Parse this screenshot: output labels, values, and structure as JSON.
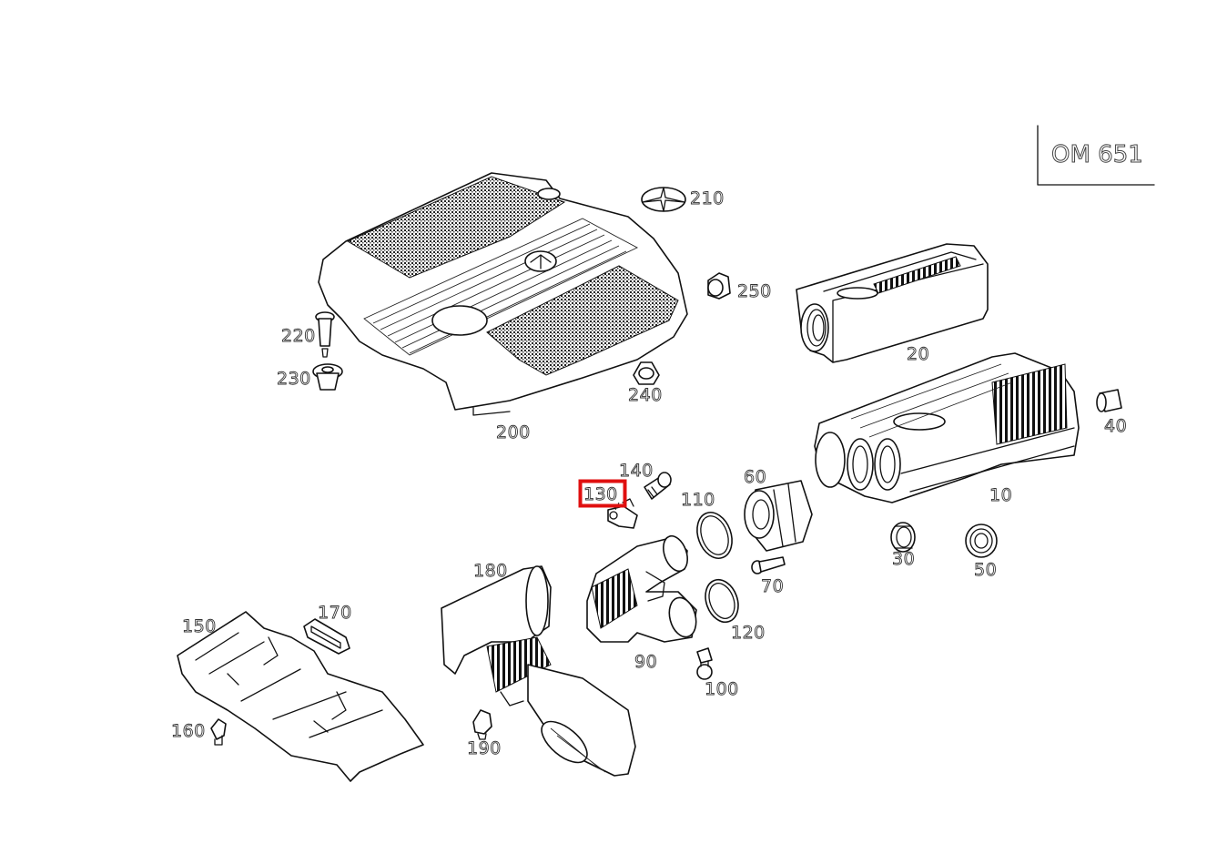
{
  "engine_code": "OM 651",
  "highlighted_part": "130",
  "callouts": {
    "p10": "10",
    "p20": "20",
    "p30": "30",
    "p40": "40",
    "p50": "50",
    "p60": "60",
    "p70": "70",
    "p90": "90",
    "p100": "100",
    "p110": "110",
    "p120": "120",
    "p130": "130",
    "p140": "140",
    "p150": "150",
    "p160": "160",
    "p170": "170",
    "p180": "180",
    "p190": "190",
    "p200": "200",
    "p210": "210",
    "p220": "220",
    "p230": "230",
    "p240": "240",
    "p250": "250"
  }
}
